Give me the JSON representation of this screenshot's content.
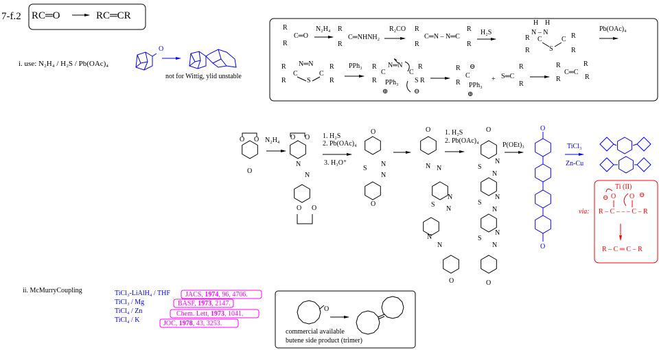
{
  "section_label": "7-f.2",
  "title_box": {
    "reactant": "RC═O",
    "product": "RC═CR"
  },
  "method_i": {
    "label": "i.  use:  N₂H₄ / H₂S / Pb(OAc)₄",
    "ketone_o": "O",
    "note": "not for Wittig,  ylid  unstable"
  },
  "mechanism": {
    "r": "R",
    "co": "C═O",
    "n2h4": "N₂H₄",
    "hydrazone": "C═NHNH₂",
    "r2co": "R₂CO",
    "azine": "C═N – N═C",
    "h2s": "H₂S",
    "h": "H",
    "nn_single": "N – N",
    "c": "C",
    "s": "S",
    "pboac": "Pb(OAc)₄",
    "nn_double": "N═N",
    "pph3": "PPh₃",
    "plus_charge": "⊕",
    "minus_charge": "⊖",
    "plus": "+",
    "thioketone": "S═C",
    "alkene": "C═C"
  },
  "synthesis": {
    "o": "O",
    "n": "N",
    "s": "S",
    "n2h4": "N₂H₄",
    "step_a1": "1. H₂S",
    "step_a2": "2. Pb(OAc)₄",
    "step_a3": "3. H₃O⁺",
    "step_b1": "1. H₂S",
    "step_b2": "2. Pb(OAc)₄",
    "poet3": "P(OEt)₃",
    "ticl3": "TiCl₃",
    "zncu": "Zn-Cu"
  },
  "via_box": {
    "via": "via:",
    "ti": "Ti (II)",
    "o": "O",
    "minus": "⊖",
    "top_chain": "R – C – – – C – R",
    "bottom_chain": "R – C ═ C – R"
  },
  "method_ii": {
    "label": "ii. McMurryCoupling",
    "reagents": [
      "TiCl₃-LiAlH₄ / THF",
      "TiCl₃ / Mg",
      "TiCl₄ / Zn",
      "TiCl₄ / K"
    ],
    "refs": [
      {
        "journal": "JACS, ",
        "year": "1974",
        "rest": ", 96, 4706."
      },
      {
        "journal": "BASF, ",
        "year": "1973",
        "rest": ", 2147."
      },
      {
        "journal": "Chem. Lett, ",
        "year": "1973",
        "rest": ", 1041."
      },
      {
        "journal": "JOC, ",
        "year": "1978",
        "rest": ", 43, 3253."
      }
    ],
    "example_o": "O",
    "example_note_1": "commercial available",
    "example_note_2": "butene side product (trimer)"
  },
  "colors": {
    "blue": "#0000ff",
    "red": "#ff0000",
    "magenta": "#ff00ff"
  }
}
